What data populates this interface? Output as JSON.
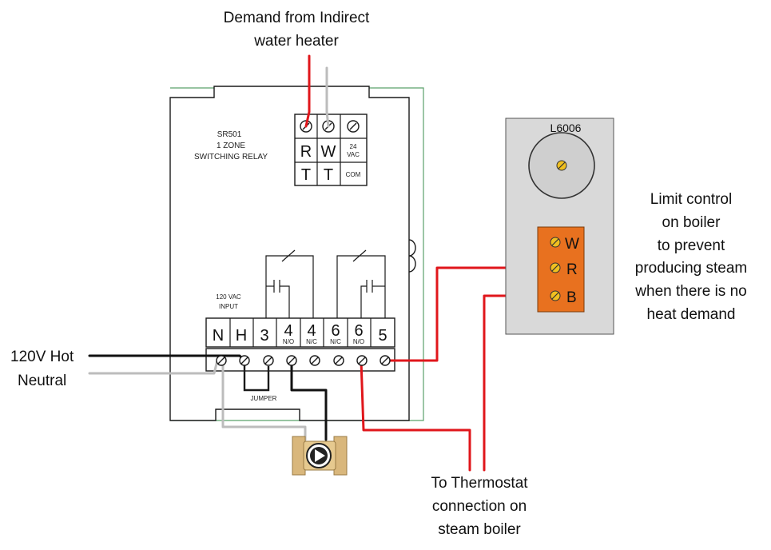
{
  "title": {
    "line1": "Demand from Indirect",
    "line2": "water heater"
  },
  "relay": {
    "model": "SR501",
    "line2": "1 ZONE",
    "line3": "SWITCHING RELAY",
    "input_line1": "120 VAC",
    "input_line2": "INPUT",
    "jumper": "JUMPER",
    "top_terminals": {
      "r": "R",
      "w": "W",
      "vac_num": "24",
      "vac": "VAC",
      "t1": "T",
      "t2": "T",
      "com": "COM"
    },
    "terminals": [
      {
        "main": "N",
        "sub": ""
      },
      {
        "main": "H",
        "sub": ""
      },
      {
        "main": "3",
        "sub": ""
      },
      {
        "main": "4",
        "sub": "N/O"
      },
      {
        "main": "4",
        "sub": "N/C"
      },
      {
        "main": "6",
        "sub": "N/C"
      },
      {
        "main": "6",
        "sub": "N/O"
      },
      {
        "main": "5",
        "sub": ""
      }
    ]
  },
  "limit_control": {
    "model": "L6006",
    "terminals": [
      "W",
      "R",
      "B"
    ],
    "description": [
      "Limit control",
      "on boiler",
      "to prevent",
      "producing steam",
      "when there is no",
      "heat demand"
    ]
  },
  "left_labels": {
    "hot": "120V Hot",
    "neutral": "Neutral"
  },
  "bottom_label": [
    "To Thermostat",
    "connection on",
    "steam boiler"
  ],
  "colors": {
    "red_wire": "#e0161b",
    "black_wire": "#111111",
    "grey_wire": "#bcbcbc",
    "terminal_orange": "#e8711f",
    "control_panel": "#d9d9d9",
    "valve_brass": "#d9b77c"
  }
}
